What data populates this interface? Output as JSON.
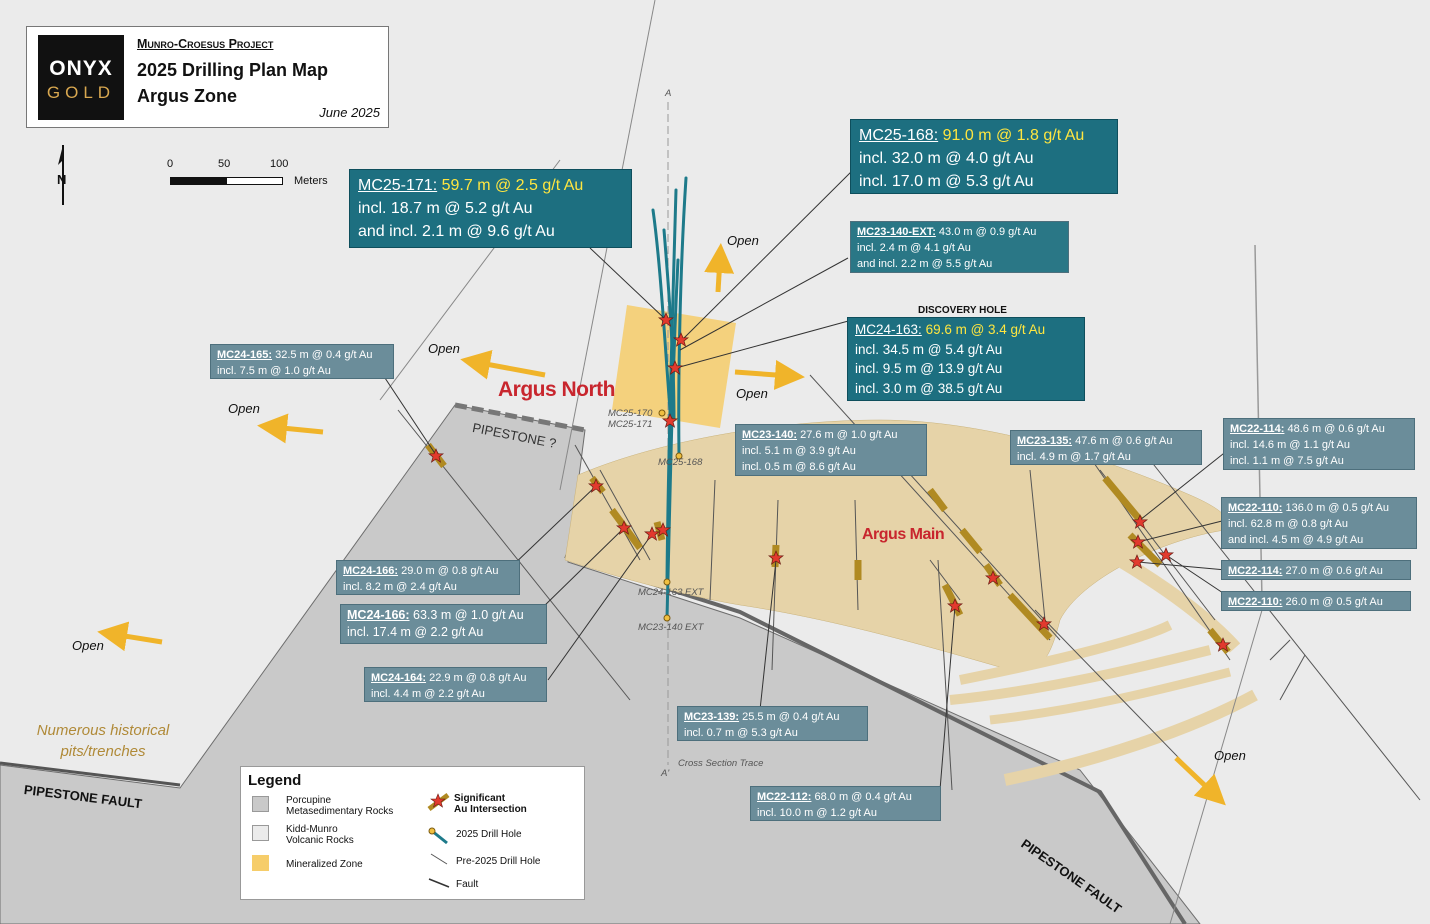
{
  "title_block": {
    "logo_line1": "ONYX",
    "logo_line2": "GOLD",
    "project": "Munro-Croesus Project",
    "title_line1": "2025 Drilling Plan Map",
    "title_line2": "Argus Zone",
    "date": "June 2025"
  },
  "north_arrow": {
    "label": "N"
  },
  "scale_bar": {
    "ticks": [
      "0",
      "50",
      "100"
    ],
    "units": "Meters"
  },
  "zones": {
    "argus_north": "Argus North",
    "argus_main": "Argus Main"
  },
  "faults": {
    "pipestone_upper": "PIPESTONE ?",
    "pipestone_left": "PIPESTONE FAULT",
    "pipestone_right": "PIPESTONE FAULT"
  },
  "historical_note": "Numerous historical pits/trenches",
  "discovery_label": "DISCOVERY HOLE",
  "open_label": "Open",
  "section": {
    "a": "A",
    "a_prime": "A'",
    "trace": "Cross Section Trace"
  },
  "hole_tags": {
    "mc25_170": "MC25-170",
    "mc25_171": "MC25-171",
    "mc25_168": "MC25-168",
    "mc24_163_ext": "MC24-163 EXT",
    "mc23_140_ext": "MC23-140 EXT"
  },
  "callouts": {
    "mc25_171": {
      "hole": "MC25-171:",
      "main": "59.7 m @ 2.5 g/t Au",
      "lines": [
        "incl. 18.7 m @ 5.2 g/t Au",
        "and incl. 2.1 m @ 9.6 g/t Au"
      ]
    },
    "mc25_168": {
      "hole": "MC25-168:",
      "main": "91.0 m @ 1.8 g/t Au",
      "lines": [
        "incl. 32.0 m @ 4.0 g/t Au",
        "incl. 17.0 m @ 5.3 g/t Au"
      ]
    },
    "mc23_140_ext": {
      "hole": "MC23-140-EXT:",
      "main": "43.0 m @ 0.9 g/t Au",
      "lines": [
        "incl. 2.4 m @ 4.1 g/t Au",
        "and incl. 2.2 m @ 5.5 g/t Au"
      ]
    },
    "mc24_163": {
      "hole": "MC24-163:",
      "main": "69.6 m @ 3.4 g/t Au",
      "lines": [
        "incl. 34.5 m @ 5.4 g/t Au",
        "incl. 9.5 m @ 13.9 g/t Au",
        "incl. 3.0 m @ 38.5 g/t Au"
      ]
    },
    "mc24_165": {
      "hole": "MC24-165:",
      "main": "32.5 m @ 0.4 g/t Au",
      "lines": [
        "incl. 7.5 m @ 1.0 g/t Au"
      ]
    },
    "mc23_140": {
      "hole": "MC23-140:",
      "main": "27.6 m @ 1.0 g/t Au",
      "lines": [
        "incl. 5.1 m @ 3.9 g/t Au",
        "incl. 0.5 m @ 8.6 g/t Au"
      ]
    },
    "mc23_135": {
      "hole": "MC23-135:",
      "main": "47.6 m @ 0.6 g/t Au",
      "lines": [
        "incl. 4.9 m @ 1.7 g/t Au"
      ]
    },
    "mc22_114a": {
      "hole": "MC22-114:",
      "main": "48.6 m @ 0.6 g/t Au",
      "lines": [
        "incl. 14.6 m @ 1.1 g/t Au",
        "incl. 1.1 m @ 7.5 g/t Au"
      ]
    },
    "mc22_110a": {
      "hole": "MC22-110:",
      "main": "136.0 m @ 0.5 g/t Au",
      "lines": [
        "incl. 62.8 m @ 0.8 g/t Au",
        "and incl. 4.5 m @ 4.9 g/t Au"
      ]
    },
    "mc22_114b": {
      "hole": "MC22-114:",
      "main": "27.0 m @ 0.6 g/t Au",
      "lines": []
    },
    "mc22_110b": {
      "hole": "MC22-110:",
      "main": "26.0 m @ 0.5 g/t Au",
      "lines": []
    },
    "mc24_166a": {
      "hole": "MC24-166:",
      "main": "29.0 m @ 0.8 g/t Au",
      "lines": [
        "incl. 8.2 m @ 2.4 g/t Au"
      ]
    },
    "mc24_166b": {
      "hole": "MC24-166:",
      "main": "63.3 m @ 1.0 g/t Au",
      "lines": [
        "incl. 17.4 m @ 2.2 g/t Au"
      ]
    },
    "mc24_164": {
      "hole": "MC24-164:",
      "main": "22.9 m @ 0.8 g/t Au",
      "lines": [
        "incl. 4.4 m @ 2.2 g/t Au"
      ]
    },
    "mc23_139": {
      "hole": "MC23-139:",
      "main": "25.5 m @ 0.4 g/t Au",
      "lines": [
        "incl. 0.7 m @ 5.3 g/t Au"
      ]
    },
    "mc22_112": {
      "hole": "MC22-112:",
      "main": "68.0 m @ 0.4 g/t Au",
      "lines": [
        "incl. 10.0 m @ 1.2 g/t Au"
      ]
    }
  },
  "legend": {
    "title": "Legend",
    "porcupine_line1": "Porcupine",
    "porcupine_line2": "Metasedimentary Rocks",
    "kidd_line1": "Kidd-Munro",
    "kidd_line2": "Volcanic Rocks",
    "mineralized": "Mineralized Zone",
    "sig_line1": "Significant",
    "sig_line2": "Au Intersection",
    "drill_2025": "2025 Drill Hole",
    "drill_pre2025": "Pre-2025 Drill Hole",
    "fault": "Fault"
  },
  "colors": {
    "porcupine": "#c9c9c9",
    "volcanic": "#ebebeb",
    "mineralized": "#e6d3a8",
    "argus_north_zone": "#f6cd6a",
    "intercept": "#b08a22",
    "star": "#e23a2e",
    "drill_2025": "#1d7a8a",
    "callout": "#6b8d9a",
    "callout_major": "#1d6f80",
    "arrow": "#f0b42a",
    "zone_label": "#c8262e"
  }
}
